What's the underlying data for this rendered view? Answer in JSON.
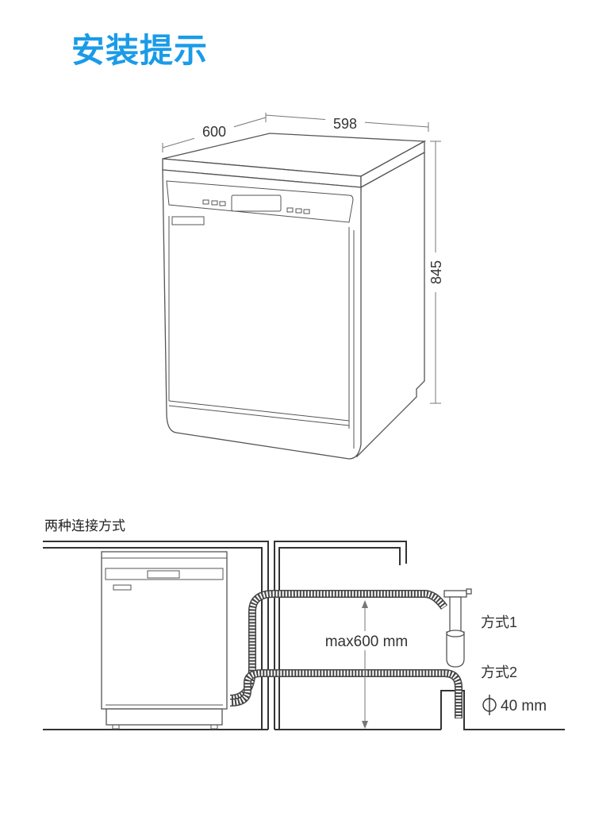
{
  "title": "安装提示",
  "dimensions": {
    "depth": "600",
    "width": "598",
    "height": "845"
  },
  "connection": {
    "section_title": "两种连接方式",
    "max_height": "max600 mm",
    "method1": "方式1",
    "method2": "方式2",
    "diameter_symbol": "⌀",
    "diameter": "40 mm"
  },
  "colors": {
    "title": "#1a9be8",
    "line": "#555555"
  }
}
